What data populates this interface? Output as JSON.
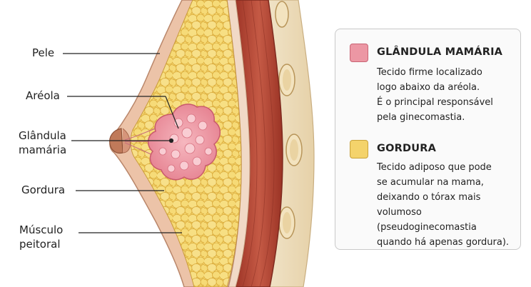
{
  "labels": {
    "pele": "Pele",
    "areola": "Aréola",
    "glandula_line1": "Glândula",
    "glandula_line2": "mamária",
    "gordura": "Gordura",
    "musculo_line1": "Músculo",
    "musculo_line2": "peitoral"
  },
  "legend": {
    "glandula": {
      "title": "GLÂNDULA MAMÁRIA",
      "description": "Tecido firme localizado\nlogo abaixo da aréola.\nÉ o principal responsável\npela ginecomastia."
    },
    "gordura": {
      "title": "GORDURA",
      "description": "Tecido adiposo que pode\nse acumular na mama,\ndeixando o tórax mais\nvolumoso (pseudoginecomastia\nquando há apenas gordura)."
    }
  },
  "colors": {
    "gland": "#e98c9c",
    "fat": "#f2cf5c",
    "skin": "#e8b99d",
    "muscle": "#b74a3a"
  }
}
